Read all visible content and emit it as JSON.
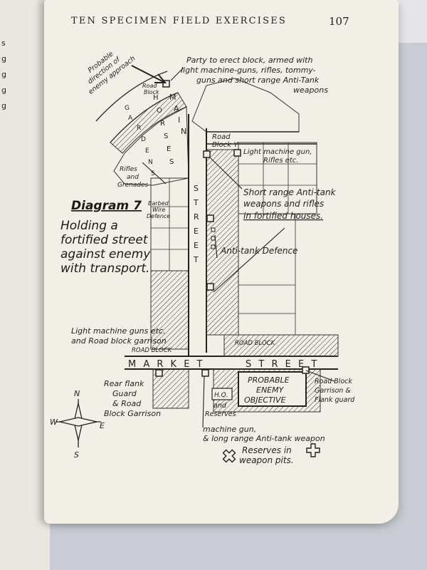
{
  "book": {
    "running_head": "TEN SPECIMEN FIELD EXERCISES",
    "page_number": "107",
    "facing_page_text": "s g g g g"
  },
  "diagram": {
    "title": "Diagram 7",
    "subtitle": [
      "Holding a",
      "fortified street",
      "against enemy",
      "with transport."
    ],
    "streets": {
      "main_street_letters": [
        "M",
        "A",
        "I",
        "N",
        "S",
        "T",
        "R",
        "E",
        "E",
        "T"
      ],
      "horse_letters": [
        "H",
        "O",
        "R",
        "S",
        "E",
        "S"
      ],
      "gardens_letters": [
        "G",
        "A",
        "R",
        "D",
        "E",
        "N",
        "S"
      ],
      "market_left": "M A R K E T",
      "market_right": "S T R E E T"
    },
    "labels": {
      "enemy_approach": [
        "Probable",
        "direction of",
        "enemy approach"
      ],
      "road_block_small": [
        "Road",
        "Block"
      ],
      "party_block": [
        "Party to erect block, armed with",
        "light machine-guns, rifles, tommy-",
        "guns and short range Anti-Tank",
        "weapons"
      ],
      "road_block_y": [
        "Road",
        "Block Y"
      ],
      "lmg_rifles": [
        "Light machine gun,",
        "Rifles etc."
      ],
      "rifles_grenades": [
        "Rifles",
        "and",
        "Grenades"
      ],
      "barbed_wire": [
        "Barbed",
        "Wire",
        "Defence"
      ],
      "short_range": [
        "Short range Anti-tank",
        "weapons and rifles",
        "in fortified houses."
      ],
      "anti_tank_defence": "Anti-tank Defence",
      "lmg_garrison": [
        "Light machine guns etc.",
        "and Road block garrison"
      ],
      "road_block_left": "ROAD BLOCK",
      "road_block_right": "ROAD BLOCK",
      "road_block_garrison": [
        "Road Block",
        "Garrison &",
        "Flank guard"
      ],
      "objective": [
        "PROBABLE",
        "ENEMY",
        "OBJECTIVE"
      ],
      "rear_flank": [
        "Rear flank",
        "Guard",
        "& Road",
        "Block Garrison"
      ],
      "hq": "H.Q.",
      "and_reserves": [
        "and",
        "Reserves"
      ],
      "machine_gun": [
        "machine gun,",
        "& long range Anti-tank weapon"
      ],
      "reserves_pits": [
        "Reserves in",
        "weapon pits."
      ]
    },
    "compass": {
      "n": "N",
      "s": "S",
      "e": "E",
      "w": "W"
    }
  },
  "colors": {
    "page": "#f1efe6",
    "ink": "#222222",
    "background": "#c9ccd4"
  }
}
